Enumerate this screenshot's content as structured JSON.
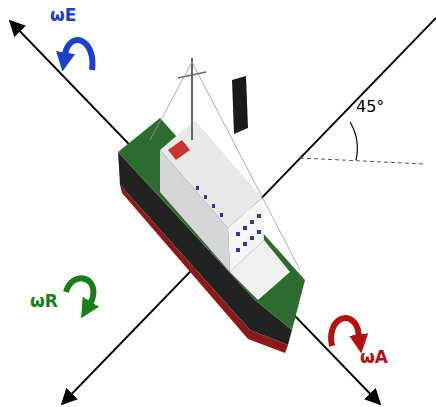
{
  "diagram": {
    "labels": [
      "ωE",
      "ωR",
      "ωA",
      "45°"
    ]
  }
}
